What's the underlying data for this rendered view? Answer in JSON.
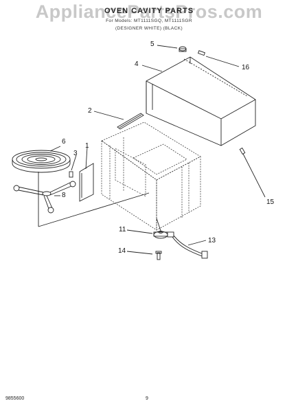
{
  "watermark": "AppliancePartsPros.com",
  "header": {
    "title": "OVEN CAVITY PARTS",
    "subtitle": "For Models: MT1111SGQ, MT1111SGR",
    "subtitle2": "(DESIGNER WHITE) (BLACK)"
  },
  "callouts": {
    "c1": "1",
    "c2": "2",
    "c3": "3",
    "c4": "4",
    "c5": "5",
    "c6": "6",
    "c8": "8",
    "c11": "11",
    "c13": "13",
    "c14": "14",
    "c15": "15",
    "c16": "16"
  },
  "footer": {
    "doc_number": "9855600",
    "page": "9"
  }
}
